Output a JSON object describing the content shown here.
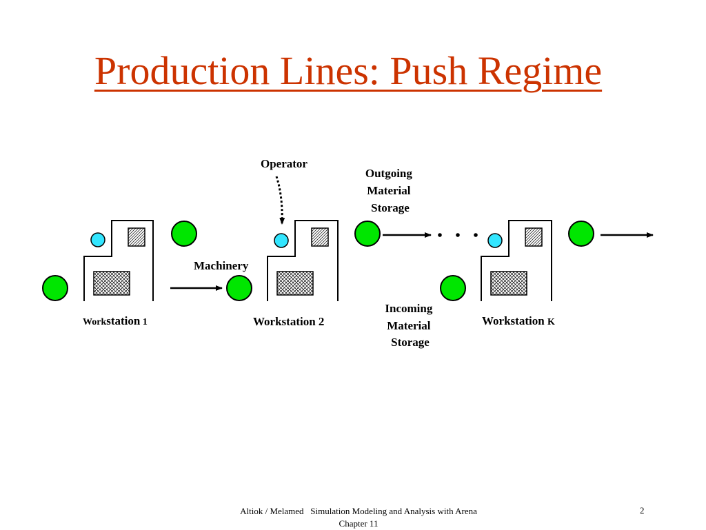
{
  "slide": {
    "title": "Production Lines: Push Regime"
  },
  "labels": {
    "operator": "Operator",
    "outgoing": [
      "Outgoing",
      "Material",
      "Storage"
    ],
    "machinery": "Machinery",
    "incoming": [
      "Incoming",
      "Material",
      "Storage"
    ],
    "ellipsis": "• • •"
  },
  "workstations": {
    "ws1": {
      "prefix": "Work",
      "name": "station",
      "index": "1"
    },
    "ws2": {
      "label": "Workstation 2"
    },
    "wsk": {
      "name": "Workstation",
      "index": "K"
    }
  },
  "footer": {
    "credit_line1": "Altiok / Melamed   Simulation Modeling and Analysis with Arena",
    "credit_line2": "Chapter 11",
    "page_number": "2"
  },
  "colors": {
    "title": "#cc3300",
    "material": "#00e600",
    "operator": "#33e6ff",
    "outline": "#000000"
  }
}
